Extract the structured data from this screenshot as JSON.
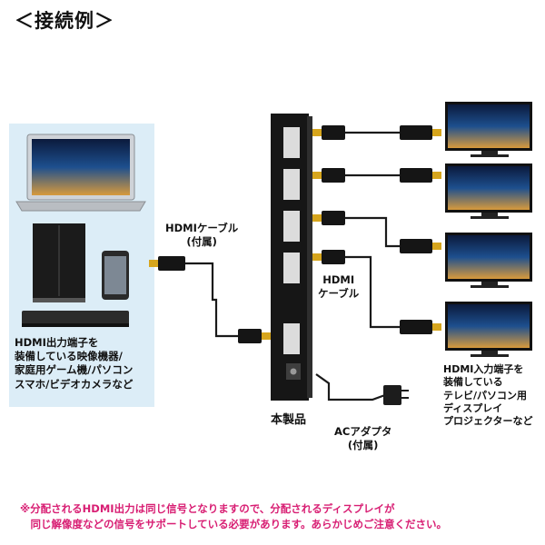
{
  "title": "＜接続例＞",
  "source_devices_label": "HDMI出力端子を\n装備している映像機器/\n家庭用ゲーム機/パソコン\nスマホ/ビデオカメラなど",
  "input_cable_label": "HDMIケーブル\n(付属)",
  "output_cable_label": "HDMI\nケーブル",
  "product_label": "本製品",
  "adapter_label": "ACアダプタ\n(付属)",
  "display_devices_label": "HDMI入力端子を\n装備している\nテレビ/パソコン用\nディスプレイ\nプロジェクターなど",
  "note": "※分配されるHDMI出力は同じ信号となりますので、分配されるディスプレイが\n　同じ解像度などの信号をサポートしている必要があります。あらかじめご注意ください。",
  "colors": {
    "source_panel_bg": "#dcedf7",
    "note_text": "#d81e73",
    "connector_gold": "#d6a51d"
  }
}
